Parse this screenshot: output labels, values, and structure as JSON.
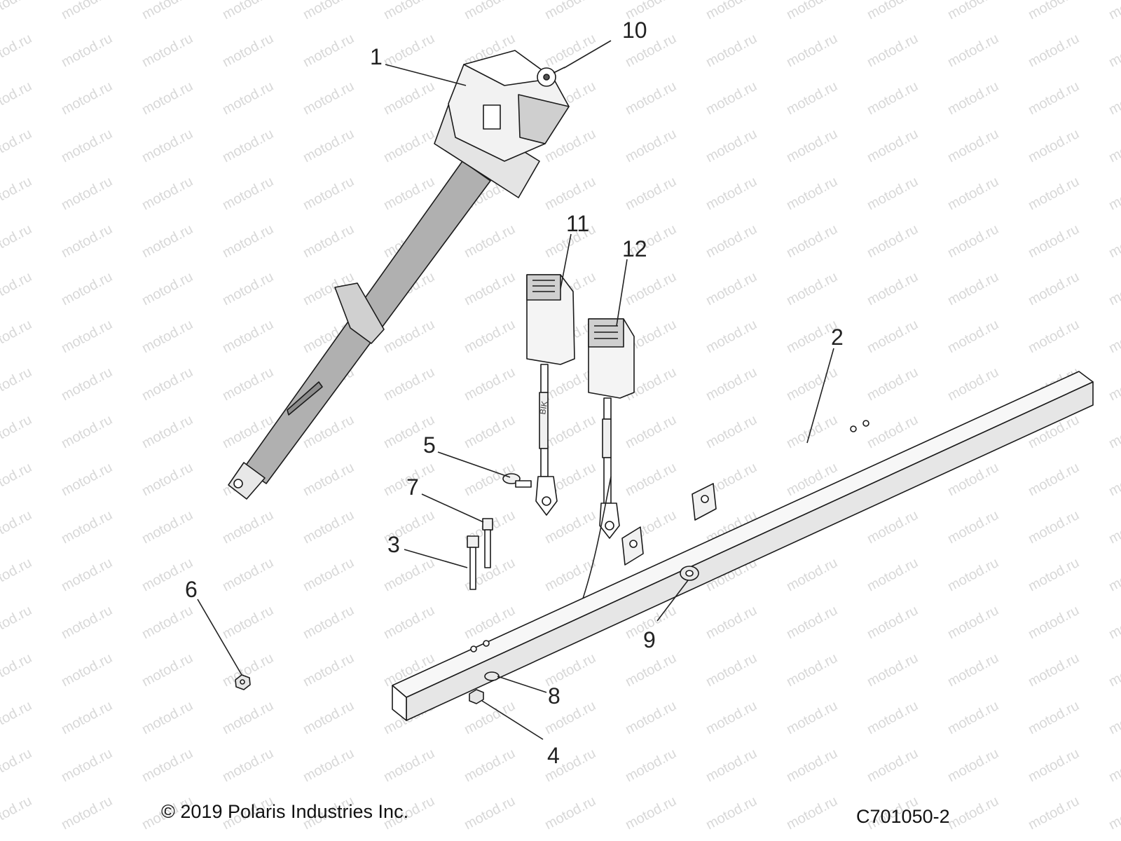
{
  "watermark": {
    "text": "motod.ru"
  },
  "callouts": [
    {
      "num": "1"
    },
    {
      "num": "2"
    },
    {
      "num": "3"
    },
    {
      "num": "4"
    },
    {
      "num": "5"
    },
    {
      "num": "6"
    },
    {
      "num": "7"
    },
    {
      "num": "8"
    },
    {
      "num": "9"
    },
    {
      "num": "10"
    },
    {
      "num": "11"
    },
    {
      "num": "12"
    }
  ],
  "buckle_marking": "BIK",
  "footer": {
    "copyright": "© 2019 Polaris Industries Inc.",
    "figure_id": "C701050-2"
  },
  "colors": {
    "line": "#1a1a1a",
    "belt_fill": "#a8a8a8",
    "watermark": "#d8d8d8"
  }
}
